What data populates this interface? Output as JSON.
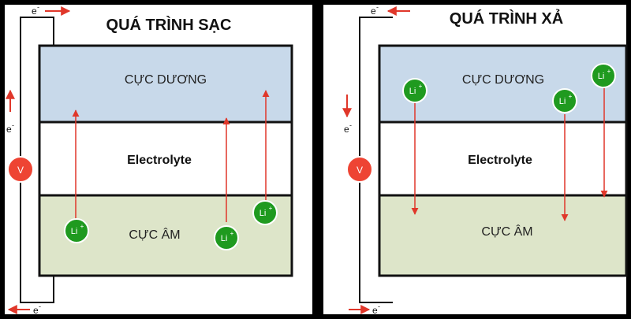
{
  "charge": {
    "title": "QUÁ TRÌNH SẠC",
    "positive_label": "CỰC DƯƠNG",
    "electrolyte_label": "Electrolyte",
    "negative_label": "CỰC ÂM",
    "ion_label": "Li",
    "ion_charge": "+",
    "electron_top": "e",
    "electron_side": "e",
    "electron_bottom": "e",
    "electron_sup": "-",
    "meter_label": "V"
  },
  "discharge": {
    "title": "QUÁ TRÌNH XẢ",
    "positive_label": "CỰC DƯƠNG",
    "electrolyte_label": "Electrolyte",
    "negative_label": "CỰC ÂM",
    "ion_label": "Li",
    "ion_charge": "+",
    "electron_top": "e",
    "electron_side": "e",
    "electron_bottom": "e",
    "electron_sup": "-",
    "meter_label": "V"
  },
  "colors": {
    "positive_fill": "#c8d9ea",
    "negative_fill": "#dde5c9",
    "electrolyte_fill": "#ffffff",
    "ion_fill": "#1f9a1f",
    "arrow": "#e0372a",
    "meter_fill": "#ee4433"
  }
}
